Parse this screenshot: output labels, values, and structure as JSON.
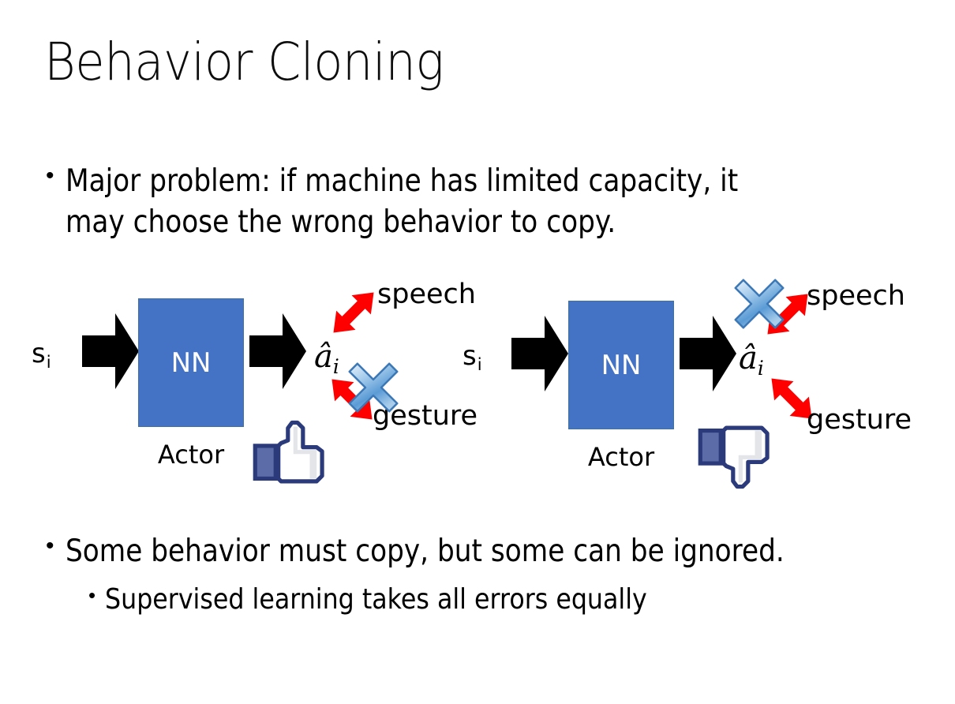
{
  "slide": {
    "title": "Behavior Cloning",
    "background_color": "#FFFFFF"
  },
  "bullets": [
    {
      "id": "problem",
      "marker": "•",
      "text": "Major problem: if machine has limited capacity, it\nmay choose the wrong behavior to copy.",
      "level": 1
    },
    {
      "id": "some",
      "marker": "•",
      "text": "Some behavior must copy, but some can be ignored.",
      "level": 1
    },
    {
      "id": "supervised",
      "marker": "•",
      "text": "Supervised learning takes all errors equally",
      "level": 2
    }
  ],
  "diagrams": [
    {
      "id": "left",
      "input_label": "s",
      "input_subscript": "i",
      "box_label": "NN",
      "box_color": "#4472C4",
      "box_border_color": "#41719C",
      "box_text_color": "#FFFFFF",
      "caption": "Actor",
      "output_label": "â",
      "output_subscript": "i",
      "outputs": [
        {
          "name": "speech",
          "crossed": false
        },
        {
          "name": "gesture",
          "crossed": true
        }
      ],
      "feedback_icon": "thumbs-up-icon",
      "arrow_color": "#FF0000",
      "cross_color": "#4A90D9"
    },
    {
      "id": "right",
      "input_label": "s",
      "input_subscript": "i",
      "box_label": "NN",
      "box_color": "#4472C4",
      "box_border_color": "#41719C",
      "box_text_color": "#FFFFFF",
      "caption": "Actor",
      "output_label": "â",
      "output_subscript": "i",
      "outputs": [
        {
          "name": "speech",
          "crossed": true
        },
        {
          "name": "gesture",
          "crossed": false
        }
      ],
      "feedback_icon": "thumbs-down-icon",
      "arrow_color": "#FF0000",
      "cross_color": "#4A90D9"
    }
  ]
}
